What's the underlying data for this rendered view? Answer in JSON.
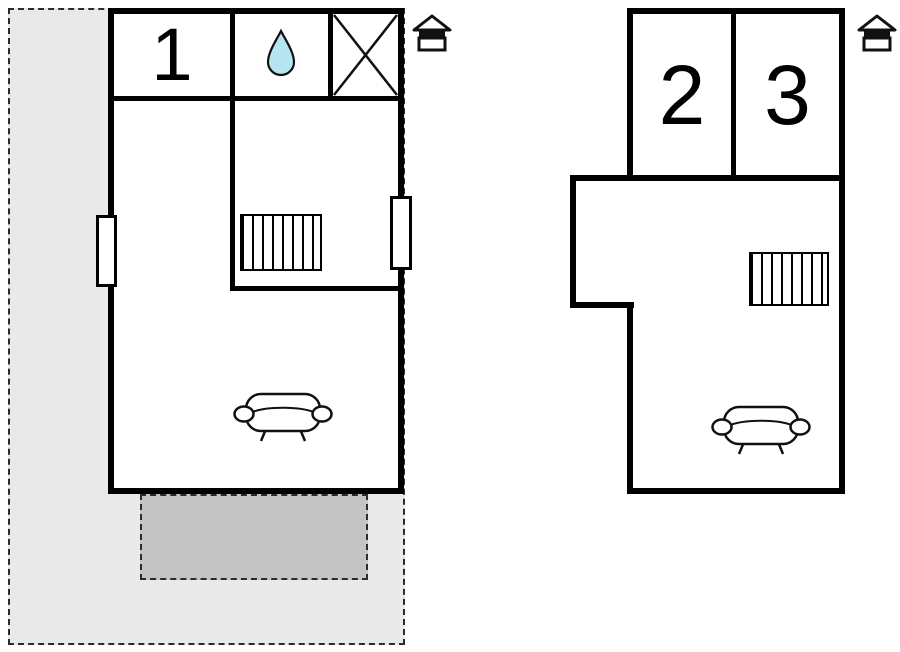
{
  "floorplan": {
    "units": [
      {
        "id": "left-building",
        "room_labels": [
          "1"
        ],
        "icons": [
          "water-drop-icon",
          "crossed-box-icon",
          "stairs-icon",
          "sofa-icon",
          "window-icon",
          "window-icon",
          "house-marker-icon"
        ],
        "outdoor": {
          "plot": {
            "style": "dashed-outline",
            "fill": "#e9e9e9"
          },
          "terrace": {
            "style": "dashed-outline",
            "fill": "#c3c3c3"
          }
        }
      },
      {
        "id": "right-building",
        "room_labels": [
          "2",
          "3"
        ],
        "icons": [
          "stairs-icon",
          "sofa-icon",
          "house-marker-icon"
        ]
      }
    ],
    "colors": {
      "wall": "#000000",
      "background": "#ffffff",
      "plot_fill": "#e9e9e9",
      "terrace_fill": "#c3c3c3",
      "water_drop_fill": "#b4e5f0"
    }
  }
}
